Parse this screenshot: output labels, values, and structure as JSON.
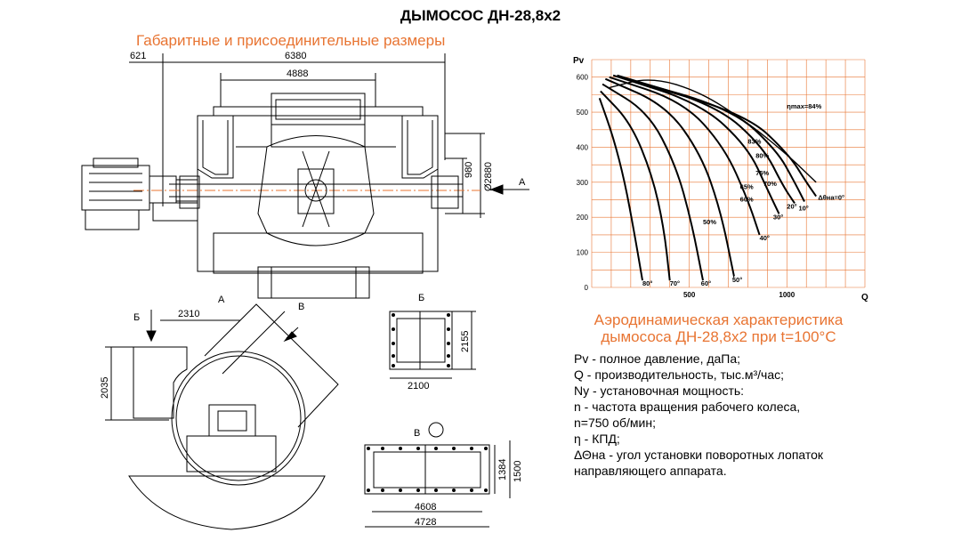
{
  "title": "ДЫМОСОС ДН-28,8х2",
  "dims_title": "Габаритные и присоединительные размеры",
  "dimensions": {
    "d621": "621",
    "d6380": "6380",
    "d4888": "4888",
    "d980": "980",
    "d2880": "Ø2880",
    "view_a": "А",
    "view_b": "Б",
    "view_v": "В",
    "d2310": "2310",
    "d2035": "2035",
    "d2155": "2155",
    "d2100": "2100",
    "d1384": "1384",
    "d1500": "1500",
    "d4608": "4608",
    "d4728": "4728"
  },
  "aero_title_line1": "Аэродинамическая характеристика",
  "aero_title_line2": "дымососа ДН-28,8х2 при t=100°C",
  "legend": [
    "Pv - полное давление, даПа;",
    "Q - производительность, тыс.м³/час;",
    "Ny - установочная мощность:",
    "n - частота вращения рабочего колеса,",
    "n=750 об/мин;",
    "η - КПД;",
    "ΔΘна - угол установки поворотных лопаток",
    "направляющего аппарата."
  ],
  "chart_data": {
    "type": "line",
    "xlabel": "Q",
    "ylabel": "Pv",
    "xlim": [
      0,
      1400
    ],
    "ylim": [
      0,
      650
    ],
    "x_ticks": [
      "500",
      "1000"
    ],
    "y_ticks": [
      "0",
      "100",
      "200",
      "300",
      "400",
      "500",
      "600"
    ],
    "grid": true,
    "grid_color": "#e87432",
    "curve_color": "#000000",
    "angle_labels": [
      "80°",
      "70°",
      "60°",
      "50°",
      "40°",
      "30°",
      "20°",
      "10°",
      "Δθна=0°"
    ],
    "efficiency_labels": [
      "ηmax=84%",
      "83%",
      "80%",
      "75%",
      "70%",
      "65%",
      "60%",
      "50%"
    ],
    "series": [
      {
        "name": "80°",
        "x": [
          40,
          110,
          170,
          220,
          260
        ],
        "y": [
          540,
          430,
          300,
          150,
          20
        ]
      },
      {
        "name": "70°",
        "x": [
          45,
          200,
          310,
          370,
          400
        ],
        "y": [
          560,
          470,
          320,
          170,
          20
        ]
      },
      {
        "name": "60°",
        "x": [
          55,
          290,
          430,
          510,
          570
        ],
        "y": [
          580,
          500,
          350,
          190,
          20
        ]
      },
      {
        "name": "50°",
        "x": [
          70,
          380,
          560,
          660,
          730
        ],
        "y": [
          595,
          520,
          380,
          220,
          30
        ]
      },
      {
        "name": "40°",
        "x": [
          90,
          470,
          680,
          800,
          860
        ],
        "y": [
          600,
          530,
          400,
          250,
          150
        ]
      },
      {
        "name": "30°",
        "x": [
          110,
          560,
          800,
          900,
          960
        ],
        "y": [
          605,
          525,
          400,
          280,
          210
        ]
      },
      {
        "name": "20°",
        "x": [
          130,
          640,
          880,
          980,
          1040
        ],
        "y": [
          605,
          520,
          400,
          290,
          240
        ]
      },
      {
        "name": "10°",
        "x": [
          150,
          720,
          950,
          1040,
          1090
        ],
        "y": [
          600,
          510,
          390,
          300,
          245
        ]
      },
      {
        "name": "0°",
        "x": [
          170,
          790,
          1010,
          1100,
          1150
        ],
        "y": [
          595,
          495,
          380,
          300,
          260
        ]
      }
    ]
  }
}
